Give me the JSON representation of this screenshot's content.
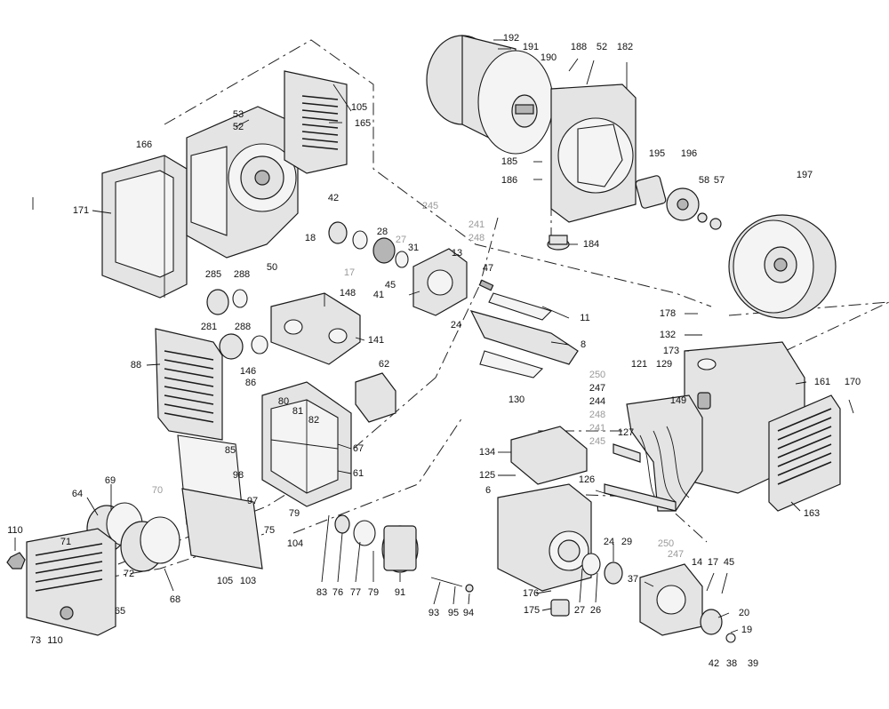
{
  "callouts": [
    {
      "id": "192",
      "style": "black"
    },
    {
      "id": "191",
      "style": "black"
    },
    {
      "id": "190",
      "style": "black"
    },
    {
      "id": "188",
      "style": "black"
    },
    {
      "id": "52",
      "style": "black"
    },
    {
      "id": "182",
      "style": "black"
    },
    {
      "id": "105",
      "style": "black"
    },
    {
      "id": "165",
      "style": "black"
    },
    {
      "id": "53",
      "style": "black"
    },
    {
      "id": "52",
      "style": "black"
    },
    {
      "id": "166",
      "style": "black"
    },
    {
      "id": "171",
      "style": "black"
    },
    {
      "id": "50",
      "style": "black"
    },
    {
      "id": "42",
      "style": "black"
    },
    {
      "id": "18",
      "style": "black"
    },
    {
      "id": "17",
      "style": "grey"
    },
    {
      "id": "28",
      "style": "black"
    },
    {
      "id": "27",
      "style": "grey"
    },
    {
      "id": "31",
      "style": "black"
    },
    {
      "id": "13",
      "style": "black"
    },
    {
      "id": "245",
      "style": "grey"
    },
    {
      "id": "241",
      "style": "grey"
    },
    {
      "id": "248",
      "style": "grey"
    },
    {
      "id": "185",
      "style": "black"
    },
    {
      "id": "186",
      "style": "black"
    },
    {
      "id": "195",
      "style": "black"
    },
    {
      "id": "196",
      "style": "black"
    },
    {
      "id": "58",
      "style": "black"
    },
    {
      "id": "57",
      "style": "black"
    },
    {
      "id": "197",
      "style": "black"
    },
    {
      "id": "184",
      "style": "black"
    },
    {
      "id": "285",
      "style": "black"
    },
    {
      "id": "288",
      "style": "black"
    },
    {
      "id": "148",
      "style": "black"
    },
    {
      "id": "45",
      "style": "black"
    },
    {
      "id": "41",
      "style": "black"
    },
    {
      "id": "47",
      "style": "black"
    },
    {
      "id": "24",
      "style": "black"
    },
    {
      "id": "11",
      "style": "black"
    },
    {
      "id": "8",
      "style": "black"
    },
    {
      "id": "178",
      "style": "black"
    },
    {
      "id": "132",
      "style": "black"
    },
    {
      "id": "173",
      "style": "black"
    },
    {
      "id": "281",
      "style": "black"
    },
    {
      "id": "288",
      "style": "black"
    },
    {
      "id": "141",
      "style": "black"
    },
    {
      "id": "88",
      "style": "black"
    },
    {
      "id": "146",
      "style": "black"
    },
    {
      "id": "62",
      "style": "black"
    },
    {
      "id": "86",
      "style": "black"
    },
    {
      "id": "80",
      "style": "black"
    },
    {
      "id": "81",
      "style": "black"
    },
    {
      "id": "82",
      "style": "black"
    },
    {
      "id": "250",
      "style": "grey"
    },
    {
      "id": "247",
      "style": "black"
    },
    {
      "id": "244",
      "style": "black"
    },
    {
      "id": "248",
      "style": "grey"
    },
    {
      "id": "241",
      "style": "grey"
    },
    {
      "id": "245",
      "style": "grey"
    },
    {
      "id": "130",
      "style": "black"
    },
    {
      "id": "121",
      "style": "black"
    },
    {
      "id": "129",
      "style": "black"
    },
    {
      "id": "161",
      "style": "black"
    },
    {
      "id": "170",
      "style": "black"
    },
    {
      "id": "149",
      "style": "black"
    },
    {
      "id": "67",
      "style": "black"
    },
    {
      "id": "61",
      "style": "black"
    },
    {
      "id": "85",
      "style": "black"
    },
    {
      "id": "134",
      "style": "black"
    },
    {
      "id": "127",
      "style": "black"
    },
    {
      "id": "125",
      "style": "black"
    },
    {
      "id": "126",
      "style": "black"
    },
    {
      "id": "6",
      "style": "black"
    },
    {
      "id": "163",
      "style": "black"
    },
    {
      "id": "98",
      "style": "black"
    },
    {
      "id": "97",
      "style": "black"
    },
    {
      "id": "79",
      "style": "black"
    },
    {
      "id": "75",
      "style": "black"
    },
    {
      "id": "104",
      "style": "black"
    },
    {
      "id": "64",
      "style": "black"
    },
    {
      "id": "69",
      "style": "black"
    },
    {
      "id": "70",
      "style": "grey"
    },
    {
      "id": "110",
      "style": "black"
    },
    {
      "id": "71",
      "style": "black"
    },
    {
      "id": "72",
      "style": "black"
    },
    {
      "id": "68",
      "style": "black"
    },
    {
      "id": "105",
      "style": "black"
    },
    {
      "id": "103",
      "style": "black"
    },
    {
      "id": "65",
      "style": "black"
    },
    {
      "id": "24",
      "style": "black"
    },
    {
      "id": "29",
      "style": "black"
    },
    {
      "id": "250",
      "style": "grey"
    },
    {
      "id": "247",
      "style": "grey"
    },
    {
      "id": "37",
      "style": "black"
    },
    {
      "id": "14",
      "style": "black"
    },
    {
      "id": "17",
      "style": "black"
    },
    {
      "id": "45",
      "style": "black"
    },
    {
      "id": "20",
      "style": "black"
    },
    {
      "id": "19",
      "style": "black"
    },
    {
      "id": "83",
      "style": "black"
    },
    {
      "id": "76",
      "style": "black"
    },
    {
      "id": "77",
      "style": "black"
    },
    {
      "id": "79",
      "style": "black"
    },
    {
      "id": "91",
      "style": "black"
    },
    {
      "id": "93",
      "style": "black"
    },
    {
      "id": "95",
      "style": "black"
    },
    {
      "id": "94",
      "style": "black"
    },
    {
      "id": "176",
      "style": "black"
    },
    {
      "id": "175",
      "style": "black"
    },
    {
      "id": "27",
      "style": "black"
    },
    {
      "id": "26",
      "style": "black"
    },
    {
      "id": "73",
      "style": "black"
    },
    {
      "id": "110",
      "style": "black"
    },
    {
      "id": "42",
      "style": "black"
    },
    {
      "id": "38",
      "style": "black"
    },
    {
      "id": "39",
      "style": "black"
    }
  ]
}
